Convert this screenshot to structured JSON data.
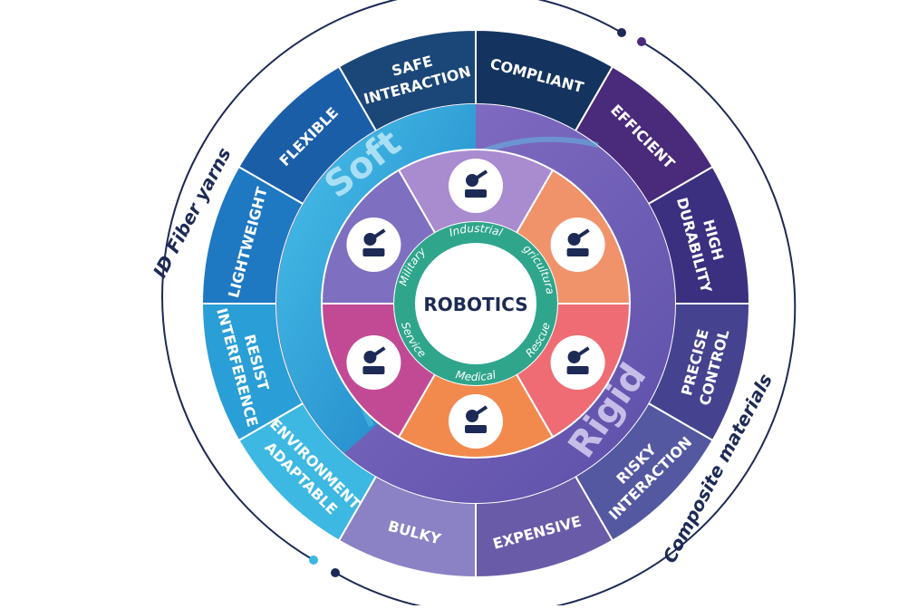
{
  "center": {
    "label": "ROBOTICS"
  },
  "outer_labels": {
    "left": "ID Fiber yarns",
    "right": "Composite materials"
  },
  "big_labels": {
    "soft": "Soft",
    "rigid": "Rigid"
  },
  "properties": [
    {
      "lines": [
        "SAFE",
        "INTERACTION"
      ],
      "color": "#1b4678"
    },
    {
      "lines": [
        "COMPLIANT"
      ],
      "color": "#14335f"
    },
    {
      "lines": [
        "EFFICIENT"
      ],
      "color": "#4a2a7a"
    },
    {
      "lines": [
        "HIGH",
        "DURABILITY"
      ],
      "color": "#3b2f80"
    },
    {
      "lines": [
        "PRECISE",
        "CONTROL"
      ],
      "color": "#45438f"
    },
    {
      "lines": [
        "RISKY",
        "INTERACTION"
      ],
      "color": "#5458a1"
    },
    {
      "lines": [
        "EXPENSIVE"
      ],
      "color": "#6a5ba8"
    },
    {
      "lines": [
        "BULKY"
      ],
      "color": "#8a82c4"
    },
    {
      "lines": [
        "ENVIRONMENT",
        "ADAPTABLE"
      ],
      "color": "#3cb8e2"
    },
    {
      "lines": [
        "RESIST",
        "INTERFERENCE"
      ],
      "color": "#2a9ed6"
    },
    {
      "lines": [
        "LIGHTWEIGHT"
      ],
      "color": "#1e78c2"
    },
    {
      "lines": [
        "FLEXIBLE"
      ],
      "color": "#1b5ea8"
    }
  ],
  "applications": [
    {
      "label": "Industrial",
      "icon": "industrial-robot-arm-icon",
      "color": "#a98bd0"
    },
    {
      "label": "Agricultural",
      "icon": "tractor-icon",
      "color": "#f0936a"
    },
    {
      "label": "Rescue",
      "icon": "rescue-robot-icon",
      "color": "#ef6c74"
    },
    {
      "label": "Medical",
      "icon": "medical-robot-icon",
      "color": "#f28a4e"
    },
    {
      "label": "Service",
      "icon": "service-robot-icon",
      "color": "#c24a95"
    },
    {
      "label": "Military",
      "icon": "drone-icon",
      "color": "#7f6fc0"
    }
  ],
  "colors": {
    "soft_ring": "#34b0df",
    "rigid_ring": "#7866b8",
    "label_ring": "#2fa58c",
    "outer_line": "#1d2a55"
  }
}
